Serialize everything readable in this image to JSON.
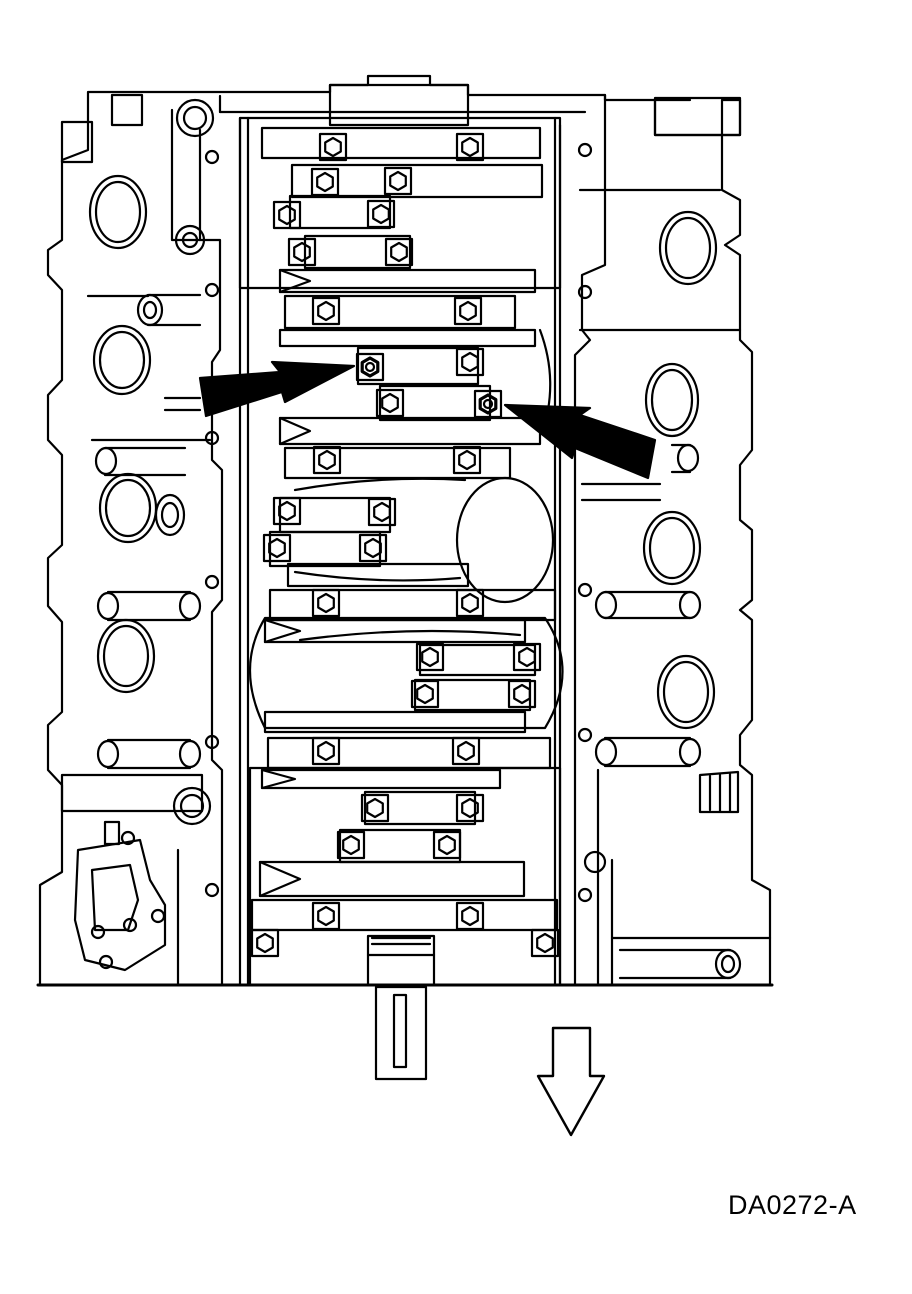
{
  "figure": {
    "code": "DA0272-A",
    "subject": "engine-block-underside-main-bearing-caps",
    "highlighted_fasteners": 2,
    "direction_arrow": "down"
  },
  "colors": {
    "line": "#000000",
    "background": "#ffffff"
  }
}
